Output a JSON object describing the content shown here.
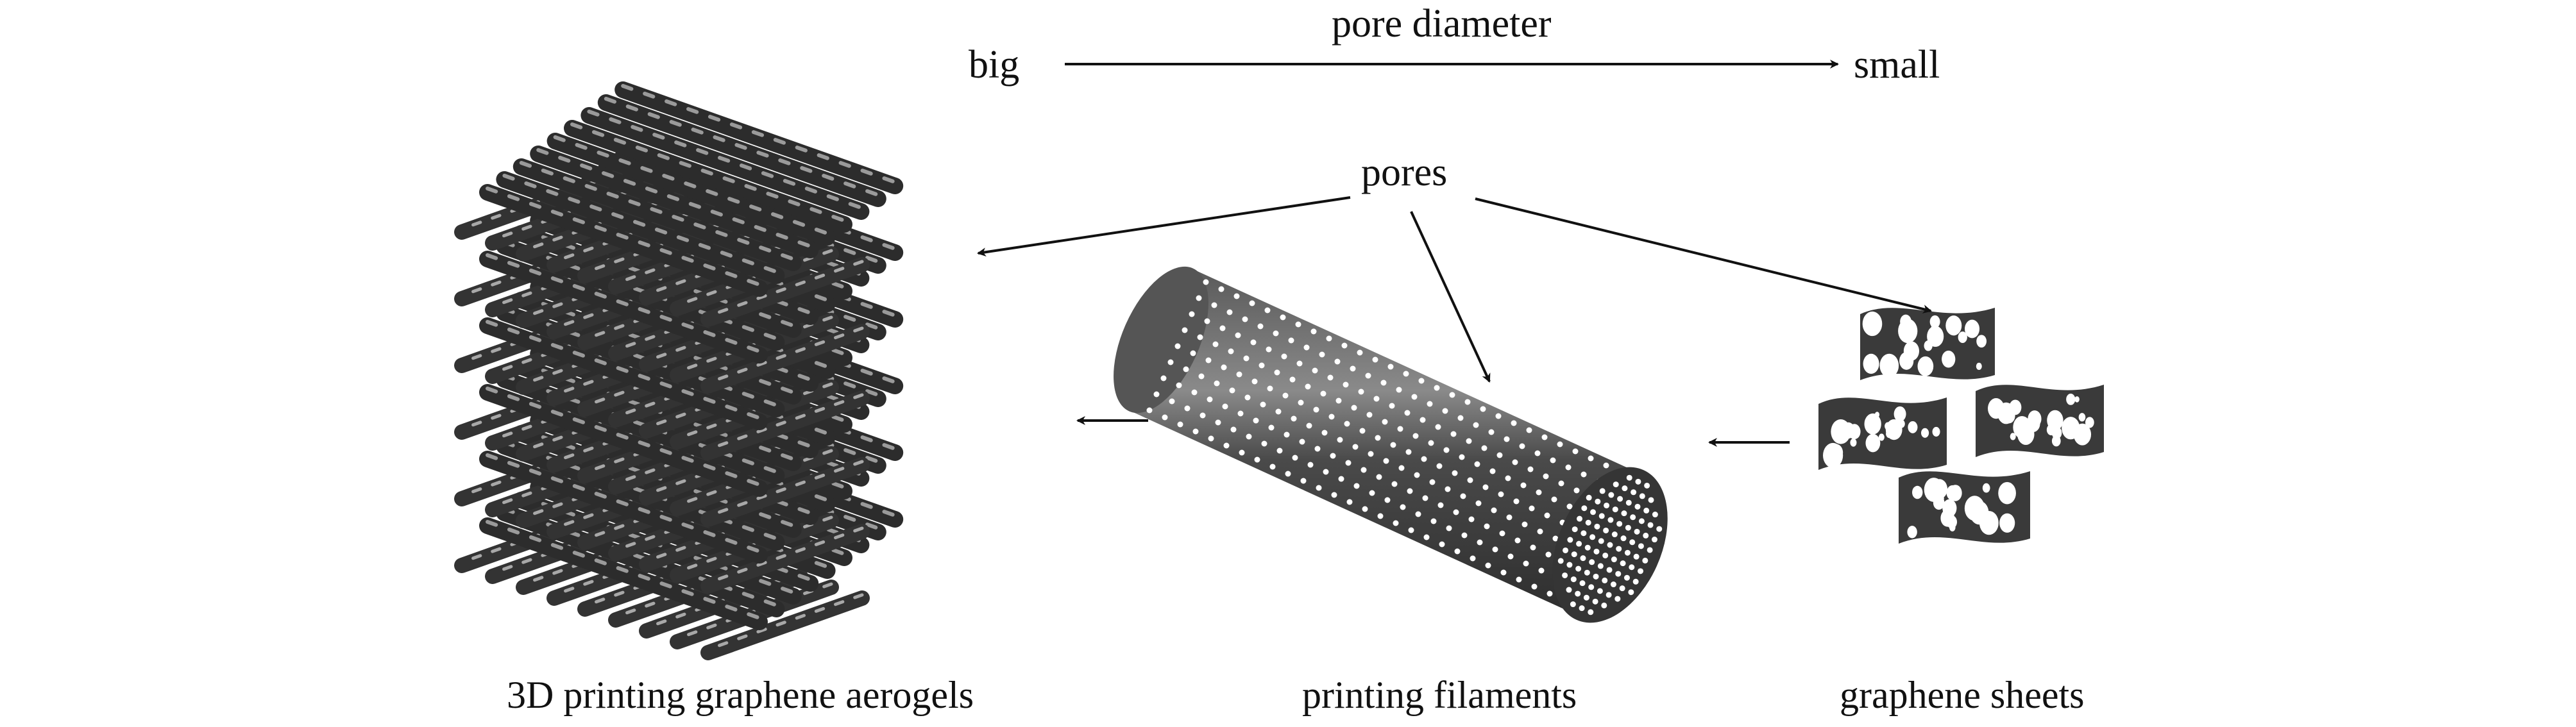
{
  "labels": {
    "big": "big",
    "small": "small",
    "pore_diameter": "pore diameter",
    "pores": "pores"
  },
  "captions": {
    "aerogels": "3D printing graphene aerogels",
    "filaments": "printing filaments",
    "sheets": "graphene sheets"
  },
  "colors": {
    "material": "#3a3a3a",
    "highlight": "#9a9a9a",
    "pore": "#ffffff",
    "line": "#111111"
  }
}
